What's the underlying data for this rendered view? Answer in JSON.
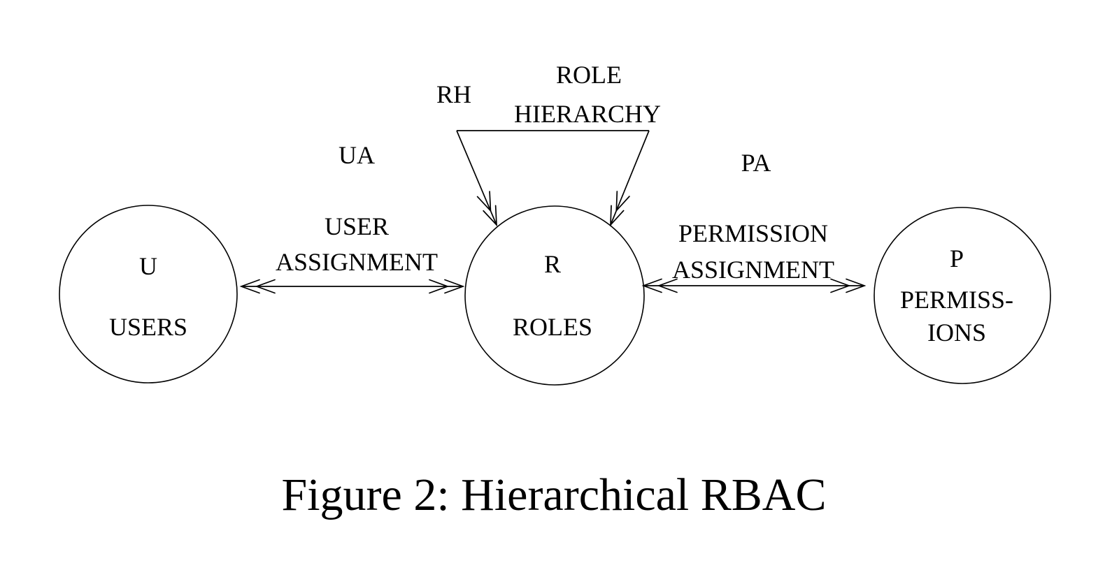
{
  "figure": {
    "caption": "Figure 2: Hierarchical RBAC",
    "nodes": {
      "users": {
        "symbol": "U",
        "name": "USERS"
      },
      "roles": {
        "symbol": "R",
        "name": "ROLES"
      },
      "permissions": {
        "symbol": "P",
        "name_line1": "PERMISS-",
        "name_line2": "IONS"
      }
    },
    "relations": {
      "ua": {
        "abbr": "UA",
        "line1": "USER",
        "line2": "ASSIGNMENT"
      },
      "pa": {
        "abbr": "PA",
        "line1": "PERMISSION",
        "line2": "ASSIGNMENT"
      },
      "rh": {
        "abbr": "RH",
        "line1": "ROLE",
        "line2": "HIERARCHY"
      }
    },
    "colors": {
      "ink": "#000000",
      "background": "#ffffff"
    }
  }
}
